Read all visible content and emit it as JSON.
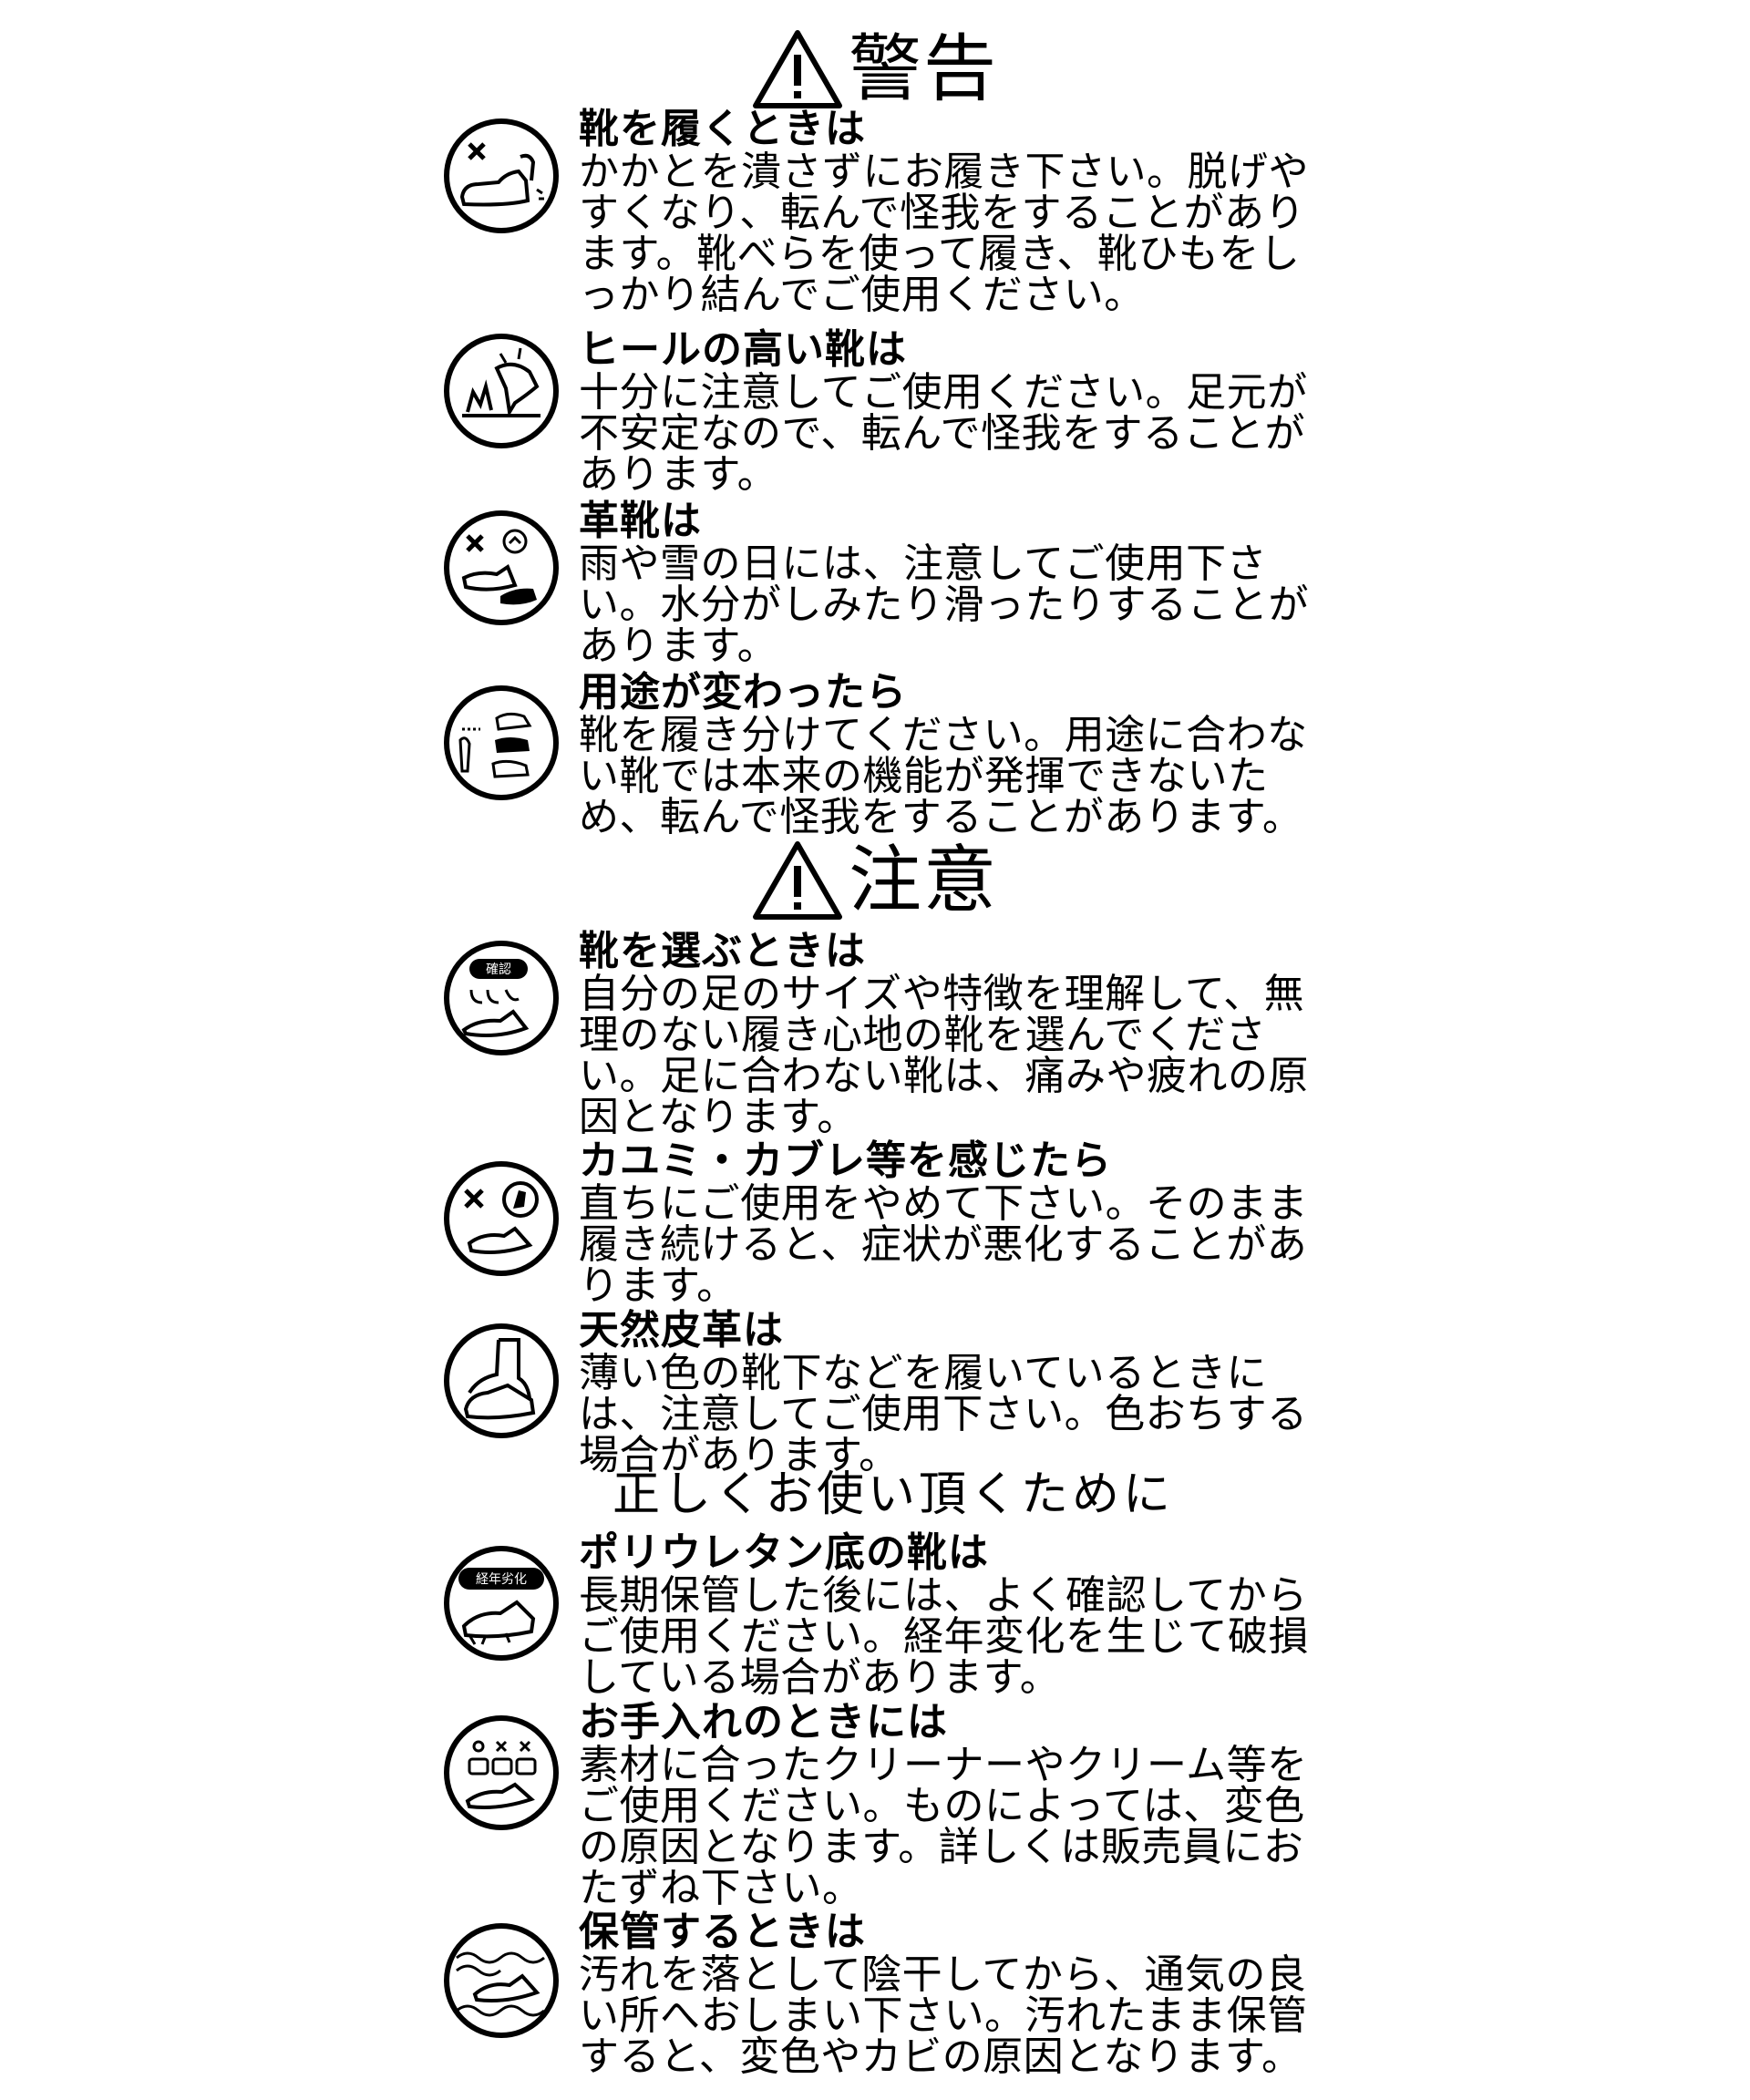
{
  "warning": {
    "title": "警告",
    "items": [
      {
        "heading": "靴を履くときは",
        "body": "かかとを潰さずにお履き下さい。脱げやすくなり、転んで怪我をすることがあります。靴べらを使って履き、靴ひもをしっかり結んでご使用ください。"
      },
      {
        "heading": "ヒールの高い靴は",
        "body": "十分に注意してご使用ください。足元が不安定なので、転んで怪我をすることがあります。"
      },
      {
        "heading": "革靴は",
        "body": "雨や雪の日には、注意してご使用下さい。水分がしみたり滑ったりすることがあります。"
      },
      {
        "heading": "用途が変わったら",
        "body": "靴を履き分けてください。用途に合わない靴では本来の機能が発揮できないため、転んで怪我をすることがあります。"
      }
    ]
  },
  "caution": {
    "title": "注意",
    "items": [
      {
        "heading": "靴を選ぶときは",
        "icon_text": "確認",
        "body": "自分の足のサイズや特徴を理解して、無理のない履き心地の靴を選んでください。足に合わない靴は、痛みや疲れの原因となります。"
      },
      {
        "heading": "カユミ・カブレ等を感じたら",
        "body": "直ちにご使用をやめて下さい。そのまま履き続けると、症状が悪化することがあります。"
      },
      {
        "heading": "天然皮革は",
        "body": "薄い色の靴下などを履いているときには、注意してご使用下さい。色おちする場合があります。"
      }
    ]
  },
  "proper_use": {
    "subtitle": "正しくお使い頂くために",
    "items": [
      {
        "heading": "ポリウレタン底の靴は",
        "icon_text": "経年劣化",
        "body": "長期保管した後には、よく確認してからご使用ください。経年変化を生じて破損している場合があります。"
      },
      {
        "heading": "お手入れのときには",
        "body": "素材に合ったクリーナーやクリーム等をご使用ください。ものによっては、変色の原因となります。詳しくは販売員におたずね下さい。"
      },
      {
        "heading": "保管するときは",
        "body": "汚れを落として陰干してから、通気の良い所へおしまい下さい。汚れたまま保管すると、変色やカビの原因となります。"
      }
    ]
  }
}
